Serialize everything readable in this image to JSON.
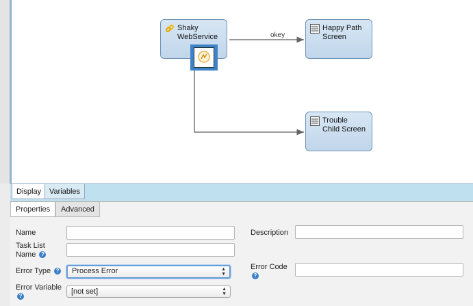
{
  "canvas": {
    "nodes": {
      "webservice": {
        "label": "Shaky\nWebService",
        "icon": "link-icon"
      },
      "happy": {
        "label": "Happy Path\nScreen",
        "icon": "screen-icon"
      },
      "trouble": {
        "label": "Trouble\nChild Screen",
        "icon": "screen-icon"
      }
    },
    "edges": {
      "okey_label": "okey"
    },
    "colors": {
      "node_fill": "#c9dcef",
      "node_border": "#6f93b4",
      "accent": "#3e83c9"
    }
  },
  "view_tabs": {
    "display": "Display",
    "variables": "Variables"
  },
  "props_tabs": {
    "properties": "Properties",
    "advanced": "Advanced"
  },
  "form": {
    "name_label": "Name",
    "name_value": "",
    "task_list_name_label_line1": "Task List",
    "task_list_name_label_line2": "Name",
    "task_list_name_value": "",
    "error_type_label": "Error Type",
    "error_type_value": "Process Error",
    "error_variable_label": "Error Variable",
    "error_variable_value": "[not set]",
    "description_label": "Description",
    "description_value": "",
    "error_code_label": "Error Code",
    "error_code_value": "",
    "help_glyph": "?"
  }
}
